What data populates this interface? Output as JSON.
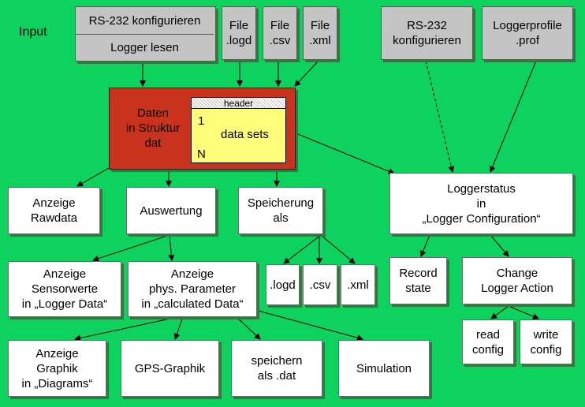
{
  "input_label": "Input",
  "rs232_config": "RS-232 konfigurieren",
  "logger_lesen": "Logger lesen",
  "file_logd": "File\n.logd",
  "file_csv": "File\n.csv",
  "file_xml": "File\n.xml",
  "rs232_konf2": "RS-232\nkonfigurieren",
  "loggerprofile": "Loggerprofile\n.prof",
  "daten": "Daten\nin Struktur\ndat",
  "header": "header",
  "index_1": "1",
  "index_n": "N",
  "data_sets": "data sets",
  "anzeige_rawdata": "Anzeige\nRawdata",
  "auswertung": "Auswertung",
  "speicherung": "Speicherung\nals",
  "loggerstatus": "Loggerstatus\nin\n„Logger Configuration“",
  "anzeige_sensor": "Anzeige\nSensorwerte\nin „Logger Data“",
  "anzeige_phys": "Anzeige\nphys. Parameter\nin „calculated Data“",
  "ext_logd": ".logd",
  "ext_csv": ".csv",
  "ext_xml": ".xml",
  "record_state": "Record\nstate",
  "change_action": "Change\nLogger Action",
  "read_config": "read\nconfig",
  "write_config": "write\nconfig",
  "anzeige_graphik": "Anzeige\nGraphik\nin „Diagrams“",
  "gps_graphik": "GPS-Graphik",
  "speichern_dat": "speichern\nals .dat",
  "simulation": "Simulation"
}
